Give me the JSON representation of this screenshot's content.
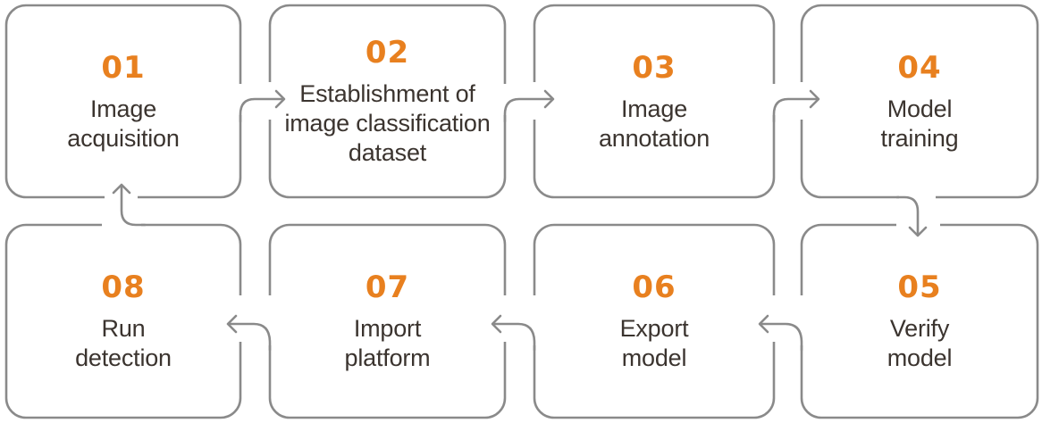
{
  "diagram": {
    "type": "flowchart",
    "colors": {
      "accent": "#e8801f",
      "line": "#8a8a8a",
      "text": "#3b342f",
      "background": "#ffffff"
    },
    "steps": [
      {
        "number": "01",
        "label": "Image acquisition",
        "lines": [
          "Image",
          "acquisition"
        ]
      },
      {
        "number": "02",
        "label": "Establishment of image classification dataset",
        "lines": [
          "Establishment of",
          "image classification",
          "dataset"
        ]
      },
      {
        "number": "03",
        "label": "Image annotation",
        "lines": [
          "Image",
          "annotation"
        ]
      },
      {
        "number": "04",
        "label": "Model training",
        "lines": [
          "Model",
          "training"
        ]
      },
      {
        "number": "05",
        "label": "Verify model",
        "lines": [
          "Verify",
          "model"
        ]
      },
      {
        "number": "06",
        "label": "Export model",
        "lines": [
          "Export",
          "model"
        ]
      },
      {
        "number": "07",
        "label": "Import platform",
        "lines": [
          "Import",
          "platform"
        ]
      },
      {
        "number": "08",
        "label": "Run detection",
        "lines": [
          "Run",
          "detection"
        ]
      }
    ],
    "flow": [
      {
        "from": "01",
        "to": "02"
      },
      {
        "from": "02",
        "to": "03"
      },
      {
        "from": "03",
        "to": "04"
      },
      {
        "from": "04",
        "to": "05"
      },
      {
        "from": "05",
        "to": "06"
      },
      {
        "from": "06",
        "to": "07"
      },
      {
        "from": "07",
        "to": "08"
      },
      {
        "from": "08",
        "to": "01"
      }
    ]
  }
}
